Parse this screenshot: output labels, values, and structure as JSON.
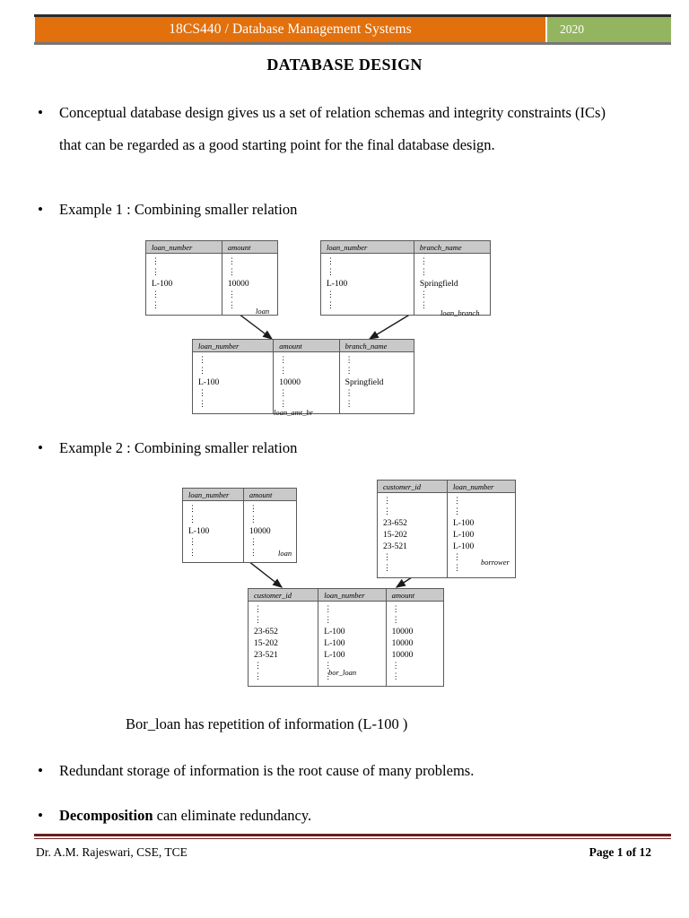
{
  "header": {
    "course_title": "18CS440 / Database Management Systems",
    "year": "2020",
    "title_bg": "#e2700c",
    "year_bg": "#94b560"
  },
  "doc": {
    "title": "DATABASE DESIGN"
  },
  "bullets": {
    "b1": "Conceptual database design gives us a set of relation schemas and integrity constraints (ICs) that can be regarded as a good starting point for the final database design.",
    "b2": "Example 1 : Combining smaller relation",
    "b3": "Example 2 : Combining smaller relation",
    "b4": "Redundant storage of information is the root cause of many problems.",
    "b5_bold": "Decomposition",
    "b5_rest": " can eliminate redundancy.",
    "marker": "•"
  },
  "note": {
    "text": "Bor_loan has repetition of information (L-100 )"
  },
  "figure1": {
    "caption_loan": "loan",
    "caption_loan_branch": "loan_branch",
    "caption_merged": "loan_amt_br",
    "loan": {
      "columns": [
        "loan_number",
        "amount"
      ],
      "rows": [
        [
          "L-100",
          "10000"
        ]
      ]
    },
    "loan_branch": {
      "columns": [
        "loan_number",
        "branch_name"
      ],
      "rows": [
        [
          "L-100",
          "Springfield"
        ]
      ]
    },
    "merged": {
      "columns": [
        "loan_number",
        "amount",
        "branch_name"
      ],
      "rows": [
        [
          "L-100",
          "10000",
          "Springfield"
        ]
      ]
    }
  },
  "figure2": {
    "caption_loan": "loan",
    "caption_borrower": "borrower",
    "caption_merged": "bor_loan",
    "loan": {
      "columns": [
        "loan_number",
        "amount"
      ],
      "rows": [
        [
          "L-100",
          "10000"
        ]
      ]
    },
    "borrower": {
      "columns": [
        "customer_id",
        "loan_number"
      ],
      "rows": [
        [
          "23-652",
          "L-100"
        ],
        [
          "15-202",
          "L-100"
        ],
        [
          "23-521",
          "L-100"
        ]
      ]
    },
    "merged": {
      "columns": [
        "customer_id",
        "loan_number",
        "amount"
      ],
      "rows": [
        [
          "23-652",
          "L-100",
          "10000"
        ],
        [
          "15-202",
          "L-100",
          "10000"
        ],
        [
          "23-521",
          "L-100",
          "10000"
        ]
      ]
    }
  },
  "footer": {
    "left": "Dr. A.M. Rajeswari, CSE, TCE",
    "right": "Page 1 of 12",
    "rule_color": "#6b1f1f"
  }
}
